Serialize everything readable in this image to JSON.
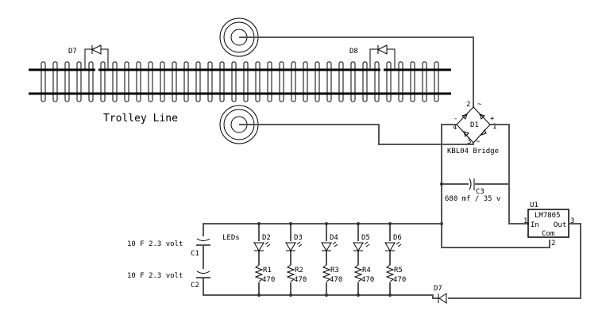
{
  "title": "Trolley Line",
  "track": {
    "diodes": [
      "D7",
      "D8"
    ]
  },
  "bridge": {
    "ref": "D1",
    "name": "KBL04 Bridge",
    "pins": [
      "1",
      "2",
      "3",
      "4"
    ],
    "signs": {
      "plus": "+",
      "minus": "-",
      "ac": "~"
    }
  },
  "c3": {
    "ref": "C3",
    "value": "680 mf / 35 v"
  },
  "regulator": {
    "ref": "U1",
    "part": "LM7805",
    "in": "In",
    "out": "Out",
    "com": "Com",
    "pins": [
      "1",
      "2",
      "3"
    ]
  },
  "supercaps": [
    {
      "ref": "C1",
      "value": "10 F 2.3 volt"
    },
    {
      "ref": "C2",
      "value": "10 F 2.3 volt"
    }
  ],
  "leds_label": "LEDs",
  "leds": [
    "D2",
    "D3",
    "D4",
    "D5",
    "D6"
  ],
  "resistors": [
    {
      "ref": "R1",
      "value": "470"
    },
    {
      "ref": "R2",
      "value": "470"
    },
    {
      "ref": "R3",
      "value": "470"
    },
    {
      "ref": "R4",
      "value": "470"
    },
    {
      "ref": "R5",
      "value": "470"
    }
  ],
  "output_diode": "D7"
}
